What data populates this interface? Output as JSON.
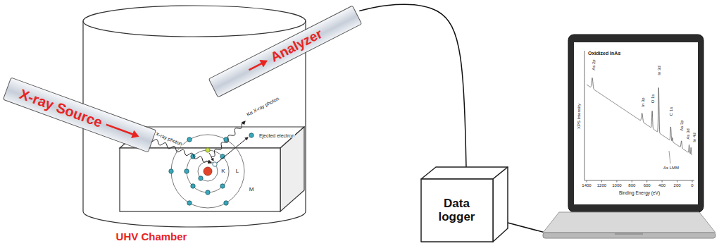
{
  "diagram": {
    "nodes": [
      {
        "text": [
          "UHV Chamber"
        ]
      },
      {
        "text": [
          "X-ray Source"
        ]
      },
      {
        "text": [
          "Analyzer"
        ]
      },
      {
        "text": [
          "Data logger"
        ]
      },
      {
        "text": [
          "Oxidized InAs"
        ]
      }
    ],
    "edges": [
      {
        "from": 2,
        "to": 3,
        "arrow": "none"
      },
      {
        "from": 3,
        "to": 4,
        "arrow": "none"
      }
    ],
    "labels": [
      "X-ray photon",
      "Kα X-ray photon",
      "Ejected electron",
      "K",
      "L",
      "M",
      "XPS Intensity",
      "As 2p",
      "In 3p",
      "O 1s",
      "In 3d",
      "C 1s",
      "As 3p",
      "As 3d",
      "In 4d",
      "As LMM",
      "1400",
      "1200",
      "1000",
      "800",
      "600",
      "400",
      "200",
      "0",
      "Binding Energy (eV)"
    ]
  }
}
